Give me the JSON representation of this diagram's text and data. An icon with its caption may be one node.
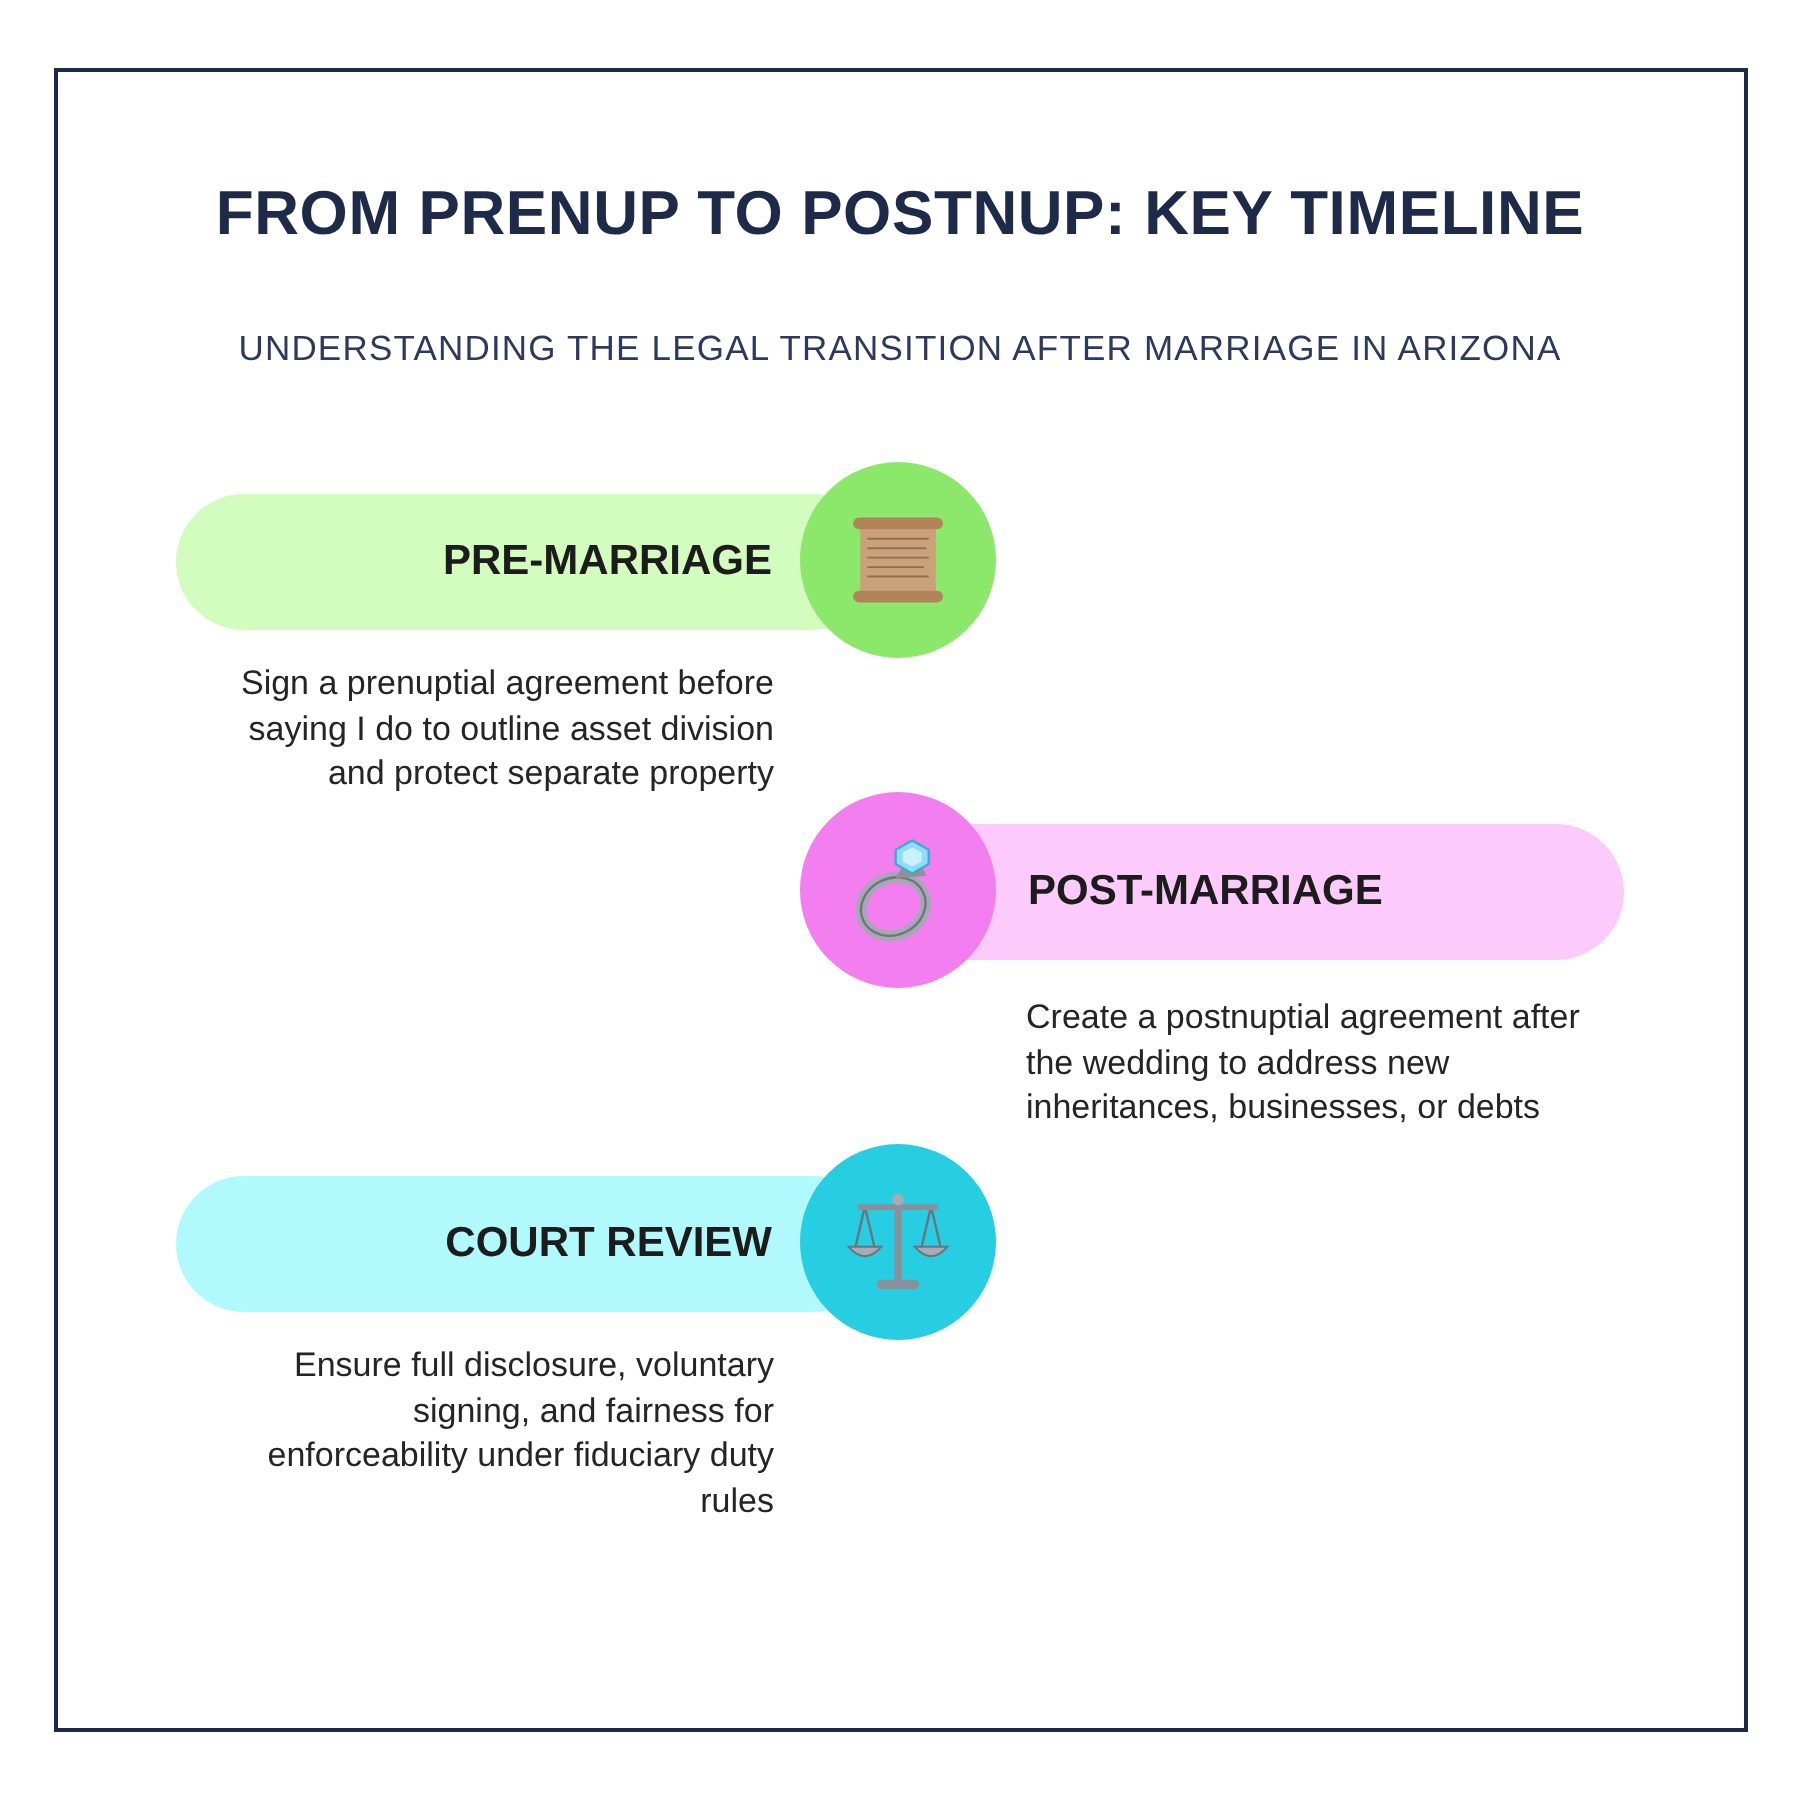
{
  "diagram": {
    "title": "FROM PRENUP TO POSTNUP: KEY TIMELINE",
    "nodes": [
      {
        "text": [
          "PRE-MARRIAGE"
        ],
        "beside": [
          "Sign a prenuptial agreement before saying I do to outline asset division and protect separate property"
        ]
      },
      {
        "text": [],
        "shape": "circle"
      },
      {
        "text": [],
        "shape": "circle"
      },
      {
        "text": [
          "POST-MARRIAGE"
        ],
        "beside": [
          "Create a postnuptial agreement after the wedding to address new inheritances, businesses, or debts"
        ]
      },
      {
        "text": [
          "COURT REVIEW"
        ],
        "beside": [
          "Ensure full disclosure, voluntary signing, and fairness for enforceability under fiduciary duty rules"
        ]
      },
      {
        "text": [],
        "shape": "circle"
      }
    ],
    "labels": [
      "UNDERSTANDING THE LEGAL TRANSITION AFTER MARRIAGE IN ARIZONA"
    ]
  }
}
